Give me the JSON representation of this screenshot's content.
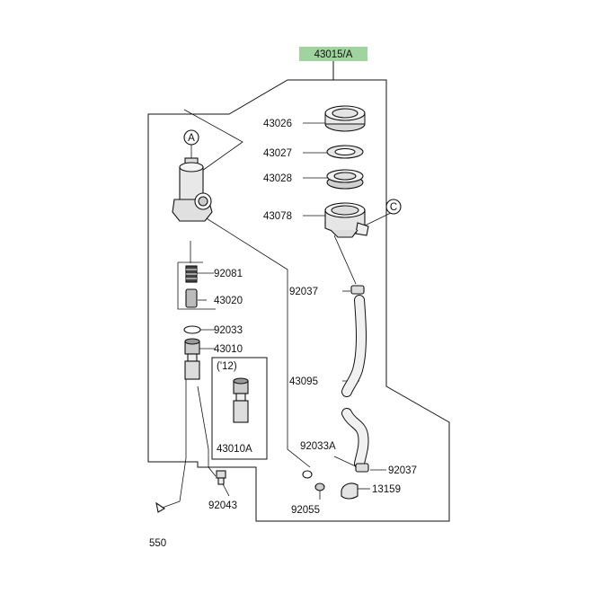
{
  "assembly_badge": {
    "text": "43015/A",
    "fill": "#9fd49f"
  },
  "callouts": {
    "a": "A",
    "c": "C"
  },
  "labels": {
    "p43026": "43026",
    "p43027": "43027",
    "p43028": "43028",
    "p43078": "43078",
    "p92081": "92081",
    "p43020": "43020",
    "p92033": "92033",
    "p43010": "43010",
    "year12": "('12)",
    "p43010a": "43010A",
    "p92037_upper": "92037",
    "p43095": "43095",
    "p92033a": "92033A",
    "p92037_lower": "92037",
    "p13159": "13159",
    "p92055": "92055",
    "p92043": "92043",
    "p550": "550"
  }
}
